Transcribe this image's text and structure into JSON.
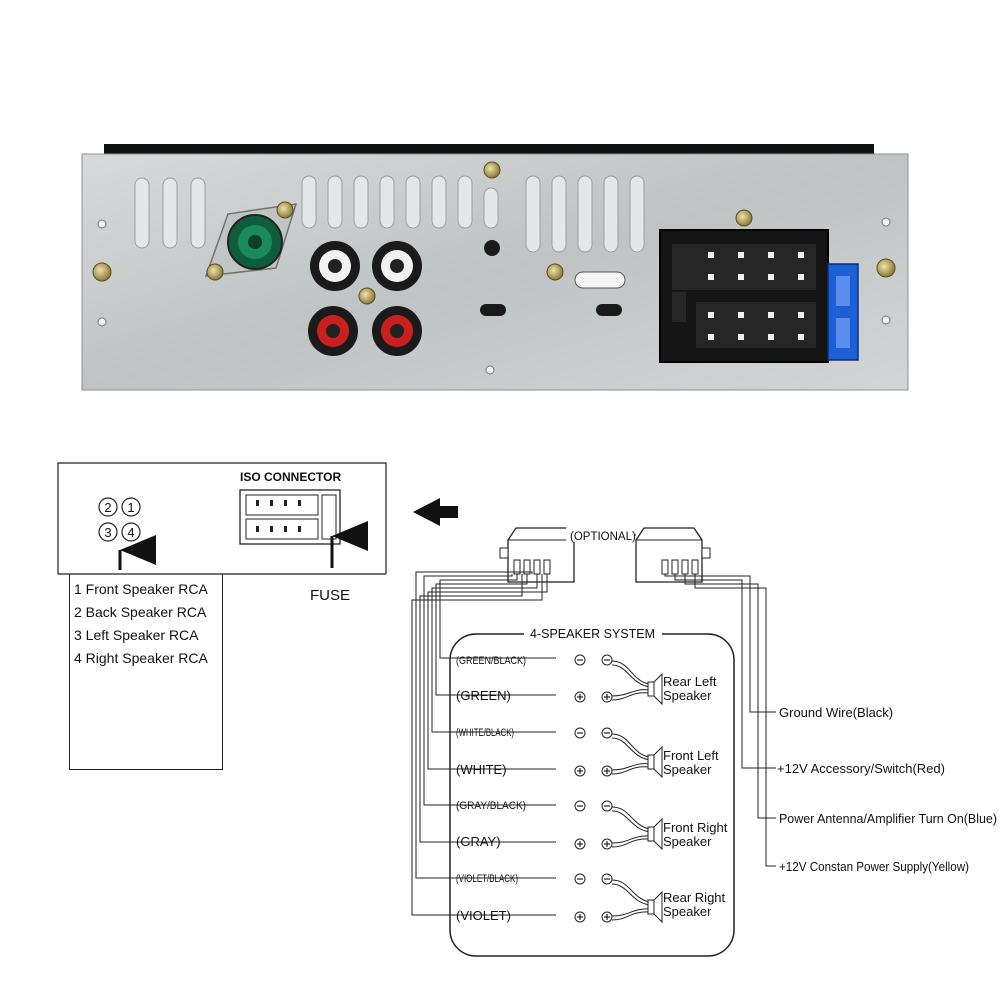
{
  "iso": {
    "title": "ISO CONNECTOR",
    "fuse": "FUSE"
  },
  "rca": {
    "nums": [
      "1",
      "2",
      "3",
      "4"
    ],
    "items": [
      "1 Front Speaker RCA",
      "2 Back Speaker RCA",
      "3 Left  Speaker RCA",
      "4 Right  Speaker RCA"
    ]
  },
  "optional": "(OPTIONAL)",
  "system": {
    "title": "4-SPEAKER SYSTEM",
    "wires": [
      {
        "label": "(GREEN/BLACK)",
        "polarity": "−"
      },
      {
        "label": "(GREEN)",
        "polarity": "+"
      },
      {
        "label": "(WHITE/BLACK)",
        "polarity": "−"
      },
      {
        "label": "(WHITE)",
        "polarity": "+"
      },
      {
        "label": "(GRAY/BLACK)",
        "polarity": "−"
      },
      {
        "label": "(GRAY)",
        "polarity": "+"
      },
      {
        "label": "(VIOLET/BLACK)",
        "polarity": "−"
      },
      {
        "label": "(VIOLET)",
        "polarity": "+"
      }
    ],
    "speakers": [
      {
        "line1": "Rear Left",
        "line2": "Speaker"
      },
      {
        "line1": "Front Left",
        "line2": "Speaker"
      },
      {
        "line1": "Front Right",
        "line2": "Speaker"
      },
      {
        "line1": "Rear Right",
        "line2": "Speaker"
      }
    ]
  },
  "power": [
    "Ground  Wire(Black)",
    "+12V Accessory/Switch(Red)",
    "Power Antenna/Amplifier Turn On(Blue)",
    "+12V Constan Power Supply(Yellow)"
  ],
  "colors": {
    "panel": "#c9cccd",
    "rca_white": "#f2f2f2",
    "rca_red": "#c8201c",
    "connector": "#151515",
    "fuse": "#1f5fd6",
    "antenna": "#1a8a5c"
  }
}
